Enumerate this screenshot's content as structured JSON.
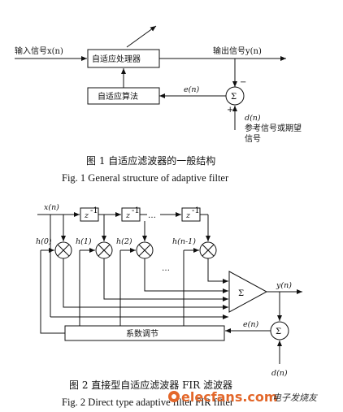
{
  "figure1": {
    "input_label": "输入信号x(n)",
    "processor_label": "自适应处理器",
    "output_label": "输出信号y(n)",
    "algorithm_label": "自适应算法",
    "error_label": "e(n)",
    "sum_symbol": "Σ",
    "minus_sign": "−",
    "plus_sign": "+",
    "desired_label": "d(n)",
    "desired_desc_line1": "参考信号或期望",
    "desired_desc_line2": "信号",
    "caption_cn": "图 1   自适应滤波器的一般结构",
    "caption_en": "Fig. 1   General structure of adaptive filter"
  },
  "figure2": {
    "input_label": "x(n)",
    "delay_label": "z",
    "delay_exp": "-1",
    "ellipsis": "…",
    "ellipsis_mid": "…",
    "coeffs": [
      "h(0)",
      "h(1)",
      "h(2)",
      "h(n-1)"
    ],
    "sum_symbol": "Σ",
    "output_label": "y(n)",
    "coeff_adjust_label": "系数调节",
    "error_label": "e(n)",
    "sum2_symbol": "Σ",
    "desired_label": "d(n)",
    "caption_cn": "图 2   直接型自适应滤波器 FIR 滤波器",
    "caption_en": "Fig. 2   Direct type adaptive filter FIR filter"
  },
  "watermark": {
    "site": "elecfans.com",
    "cn": "电子发烧友"
  }
}
